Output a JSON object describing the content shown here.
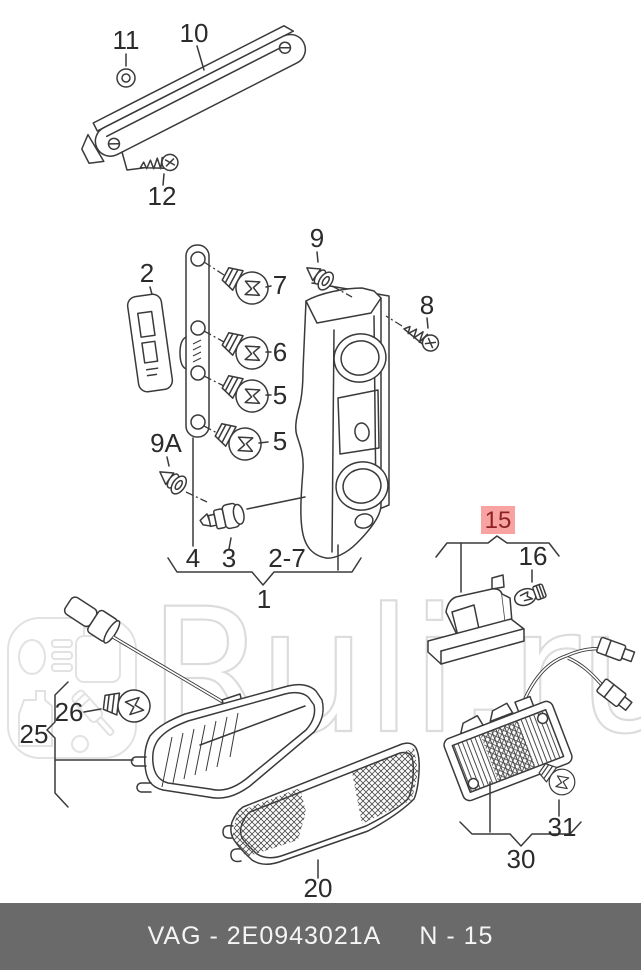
{
  "watermark": {
    "text": "Ruli.ru"
  },
  "colors": {
    "highlight_bg": "#f8a2a2",
    "highlight_fg": "#8e2222",
    "footer_bg": "#6a6a6a",
    "line": "#3a3a3a",
    "watermark": "#dcdcdc"
  },
  "footer": {
    "part_code": "VAG - 2E0943021A",
    "page_ref": "N - 15"
  },
  "labels": {
    "l11": "11",
    "l10": "10",
    "l12": "12",
    "l2": "2",
    "l7": "7",
    "l9": "9",
    "l8": "8",
    "l6": "6",
    "l5a": "5",
    "l5b": "5",
    "l9a": "9A",
    "l4": "4",
    "l3": "3",
    "l2_7": "2-7",
    "l1": "1",
    "l15": "15",
    "l16": "16",
    "l25": "25",
    "l26": "26",
    "l20": "20",
    "l30": "30",
    "l31": "31"
  }
}
